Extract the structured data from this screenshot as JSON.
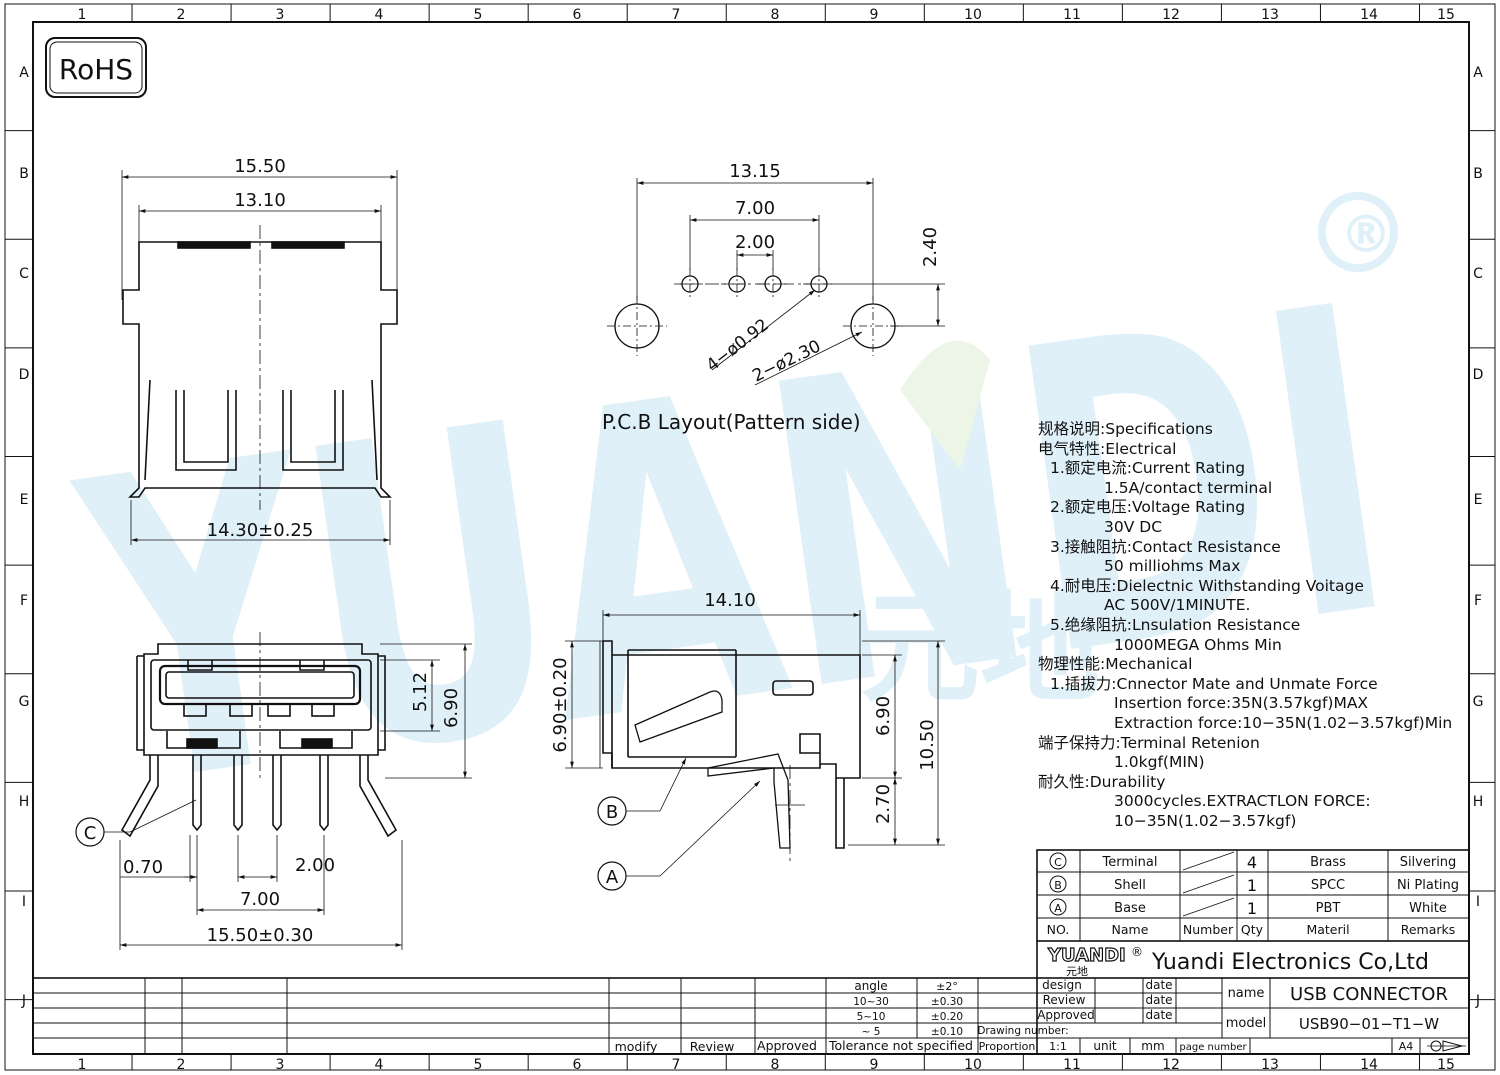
{
  "frame": {
    "cols": [
      "1",
      "2",
      "3",
      "4",
      "5",
      "6",
      "7",
      "8",
      "9",
      "10",
      "11",
      "12",
      "13",
      "14",
      "15"
    ],
    "rows": [
      "A",
      "B",
      "C",
      "D",
      "E",
      "F",
      "G",
      "H",
      "I",
      "J"
    ]
  },
  "badge": {
    "rohs": "RoHS",
    "registered": "®"
  },
  "watermark": {
    "text": "YUANDI",
    "color": "#1a8fd6",
    "accent": "#7cc243"
  },
  "top_view": {
    "dim_total": "15.50",
    "dim_inner": "13.10",
    "dim_base": "14.30±0.25"
  },
  "pcb_layout": {
    "dim_outer": "13.15",
    "dim_pins": "7.00",
    "dim_pitch": "2.00",
    "dim_offset": "2.40",
    "hole_small": "4−ø0.92",
    "hole_large": "2−ø2.30",
    "caption": "P.C.B Layout(Pattern side)"
  },
  "front_view": {
    "dim_port": "5.12",
    "dim_height": "6.90",
    "dim_lead": "0.70",
    "dim_pitch": "2.00",
    "dim_pins": "7.00",
    "dim_total": "15.50±0.30",
    "callout": "C"
  },
  "side_view": {
    "dim_length": "14.10",
    "dim_body": "6.90±0.20",
    "dim_height": "6.90",
    "dim_total": "10.50",
    "dim_pin": "2.70",
    "callout_b": "B",
    "callout_a": "A"
  },
  "specs": [
    {
      "cn": "规格说明:",
      "en": "Specifications",
      "level": 0
    },
    {
      "cn": "电气特性:",
      "en": "Electrical",
      "level": 0
    },
    {
      "cn": "1.额定电流:",
      "en": "Current  Rating",
      "level": 1
    },
    {
      "cn": "",
      "en": "1.5A/contact  terminal",
      "level": 3
    },
    {
      "cn": "2.额定电压:",
      "en": "Voltage  Rating",
      "level": 1
    },
    {
      "cn": "",
      "en": "30V  DC",
      "level": 3
    },
    {
      "cn": "3.接触阻抗:",
      "en": "Contact  Resistance",
      "level": 1
    },
    {
      "cn": "",
      "en": "50  milliohms  Max",
      "level": 3
    },
    {
      "cn": "4.耐电压:",
      "en": "Dielectnic  Withstanding  Voitage",
      "level": 1
    },
    {
      "cn": "",
      "en": "AC  500V/1MINUTE.",
      "level": 3
    },
    {
      "cn": "5.绝缘阻抗:",
      "en": "Lnsulation  Resistance",
      "level": 1
    },
    {
      "cn": "",
      "en": "1000MEGA  Ohms  Min",
      "level": 2
    },
    {
      "cn": "物理性能:",
      "en": "Mechanical",
      "level": 0
    },
    {
      "cn": "1.插拔力:",
      "en": "Cnnector  Mate  and  Unmate  Force",
      "level": 1
    },
    {
      "cn": "",
      "en": "Insertion  force:35N(3.57kgf)MAX",
      "level": 2
    },
    {
      "cn": "",
      "en": "Extraction  force:10−35N(1.02−3.57kgf)Min",
      "level": 2
    },
    {
      "cn": "端子保持力:",
      "en": "Terminal  Retenion",
      "level": 0
    },
    {
      "cn": "",
      "en": "1.0kgf(MIN)",
      "level": 2
    },
    {
      "cn": "耐久性:",
      "en": "Durability",
      "level": 0
    },
    {
      "cn": "",
      "en": "3000cycles.EXTRACTLON  FORCE:",
      "level": 2
    },
    {
      "cn": "",
      "en": "10−35N(1.02−3.57kgf)",
      "level": 2
    }
  ],
  "bom": {
    "headers": [
      "NO.",
      "Name",
      "Number",
      "Qty",
      "Materil",
      "Remarks"
    ],
    "rows": [
      {
        "no": "C",
        "name": "Terminal",
        "qty": "4",
        "material": "Brass",
        "remark": "Silvering"
      },
      {
        "no": "B",
        "name": "Shell",
        "qty": "1",
        "material": "SPCC",
        "remark": "Ni  Plating"
      },
      {
        "no": "A",
        "name": "Base",
        "qty": "1",
        "material": "PBT",
        "remark": "White"
      }
    ]
  },
  "title_block": {
    "logo": "YUANDI",
    "logo_cn": "元地",
    "company": "Yuandi Electronics Co,Ltd",
    "design": "design",
    "review": "Review",
    "approved": "Approved",
    "date": "date",
    "name_label": "name",
    "name_value": "USB  CONNECTOR",
    "model_label": "model",
    "model_value": "USB90−01−T1−W",
    "drawing_number": "Drawing  number:",
    "proportion": "Proportion",
    "scale": "1:1",
    "unit": "unit",
    "unit_value": "mm",
    "page_number": "page number",
    "size": "A4"
  },
  "tolerance": {
    "angle": "angle",
    "angle_tol": "±2°",
    "rows": [
      [
        "10~30",
        "±0.30"
      ],
      [
        "5~10",
        "±0.20"
      ],
      [
        "~ 5",
        "±0.10"
      ]
    ],
    "label": "Tolerance  not  specified"
  },
  "revision": {
    "modify": "modify",
    "review": "Review",
    "approved": "Approved"
  }
}
